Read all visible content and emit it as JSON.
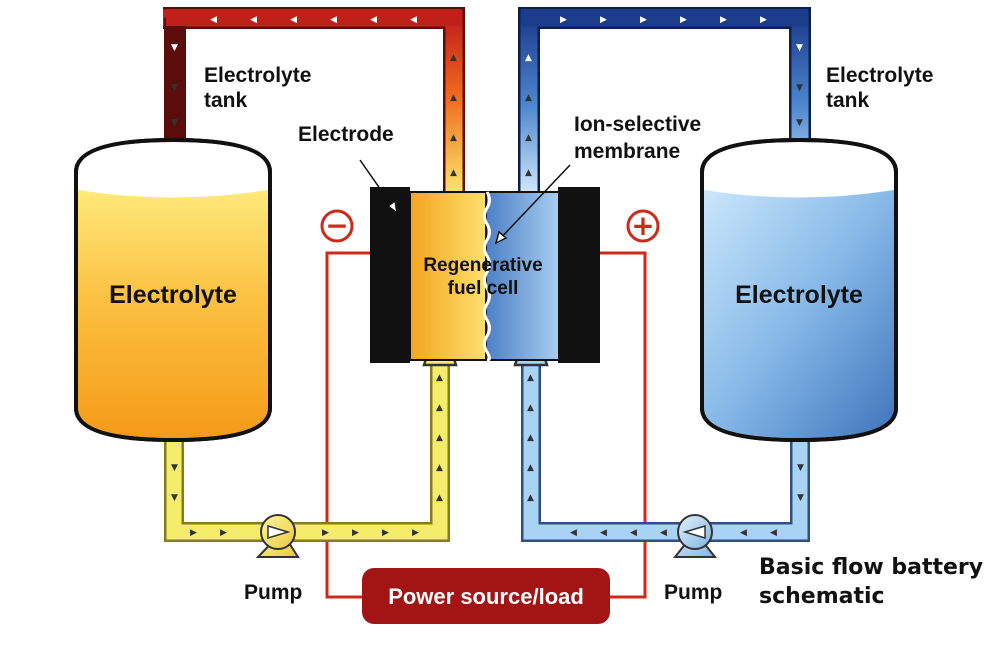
{
  "diagram": {
    "labels": {
      "tank_left_line1": "Electrolyte",
      "tank_left_line2": "tank",
      "tank_right_line1": "Electrolyte",
      "tank_right_line2": "tank",
      "electrode": "Electrode",
      "membrane_line1": "Ion-selective",
      "membrane_line2": "membrane",
      "cell_line1": "Regenerative",
      "cell_line2": "fuel cell",
      "electrolyte_left": "Electrolyte",
      "electrolyte_right": "Electrolyte",
      "pump_left": "Pump",
      "pump_right": "Pump",
      "power": "Power source/load",
      "caption_line1": "Basic flow battery",
      "caption_line2": "schematic",
      "minus_sign": "−",
      "plus_sign": "+"
    },
    "colors": {
      "left_electrolyte_top": "#fde97a",
      "left_electrolyte_bottom": "#f7a21b",
      "right_electrolyte_top": "#c9e6fb",
      "right_electrolyte_bottom": "#4f86c8",
      "pipe_yellow": "#f4ec6a",
      "pipe_blue": "#a9d3f5",
      "hot_pipe": "#c0201a",
      "cold_pipe": "#1c3c8c",
      "wire": "#cc2a1a",
      "electrode": "#111111",
      "power_box": "#a31515"
    }
  }
}
